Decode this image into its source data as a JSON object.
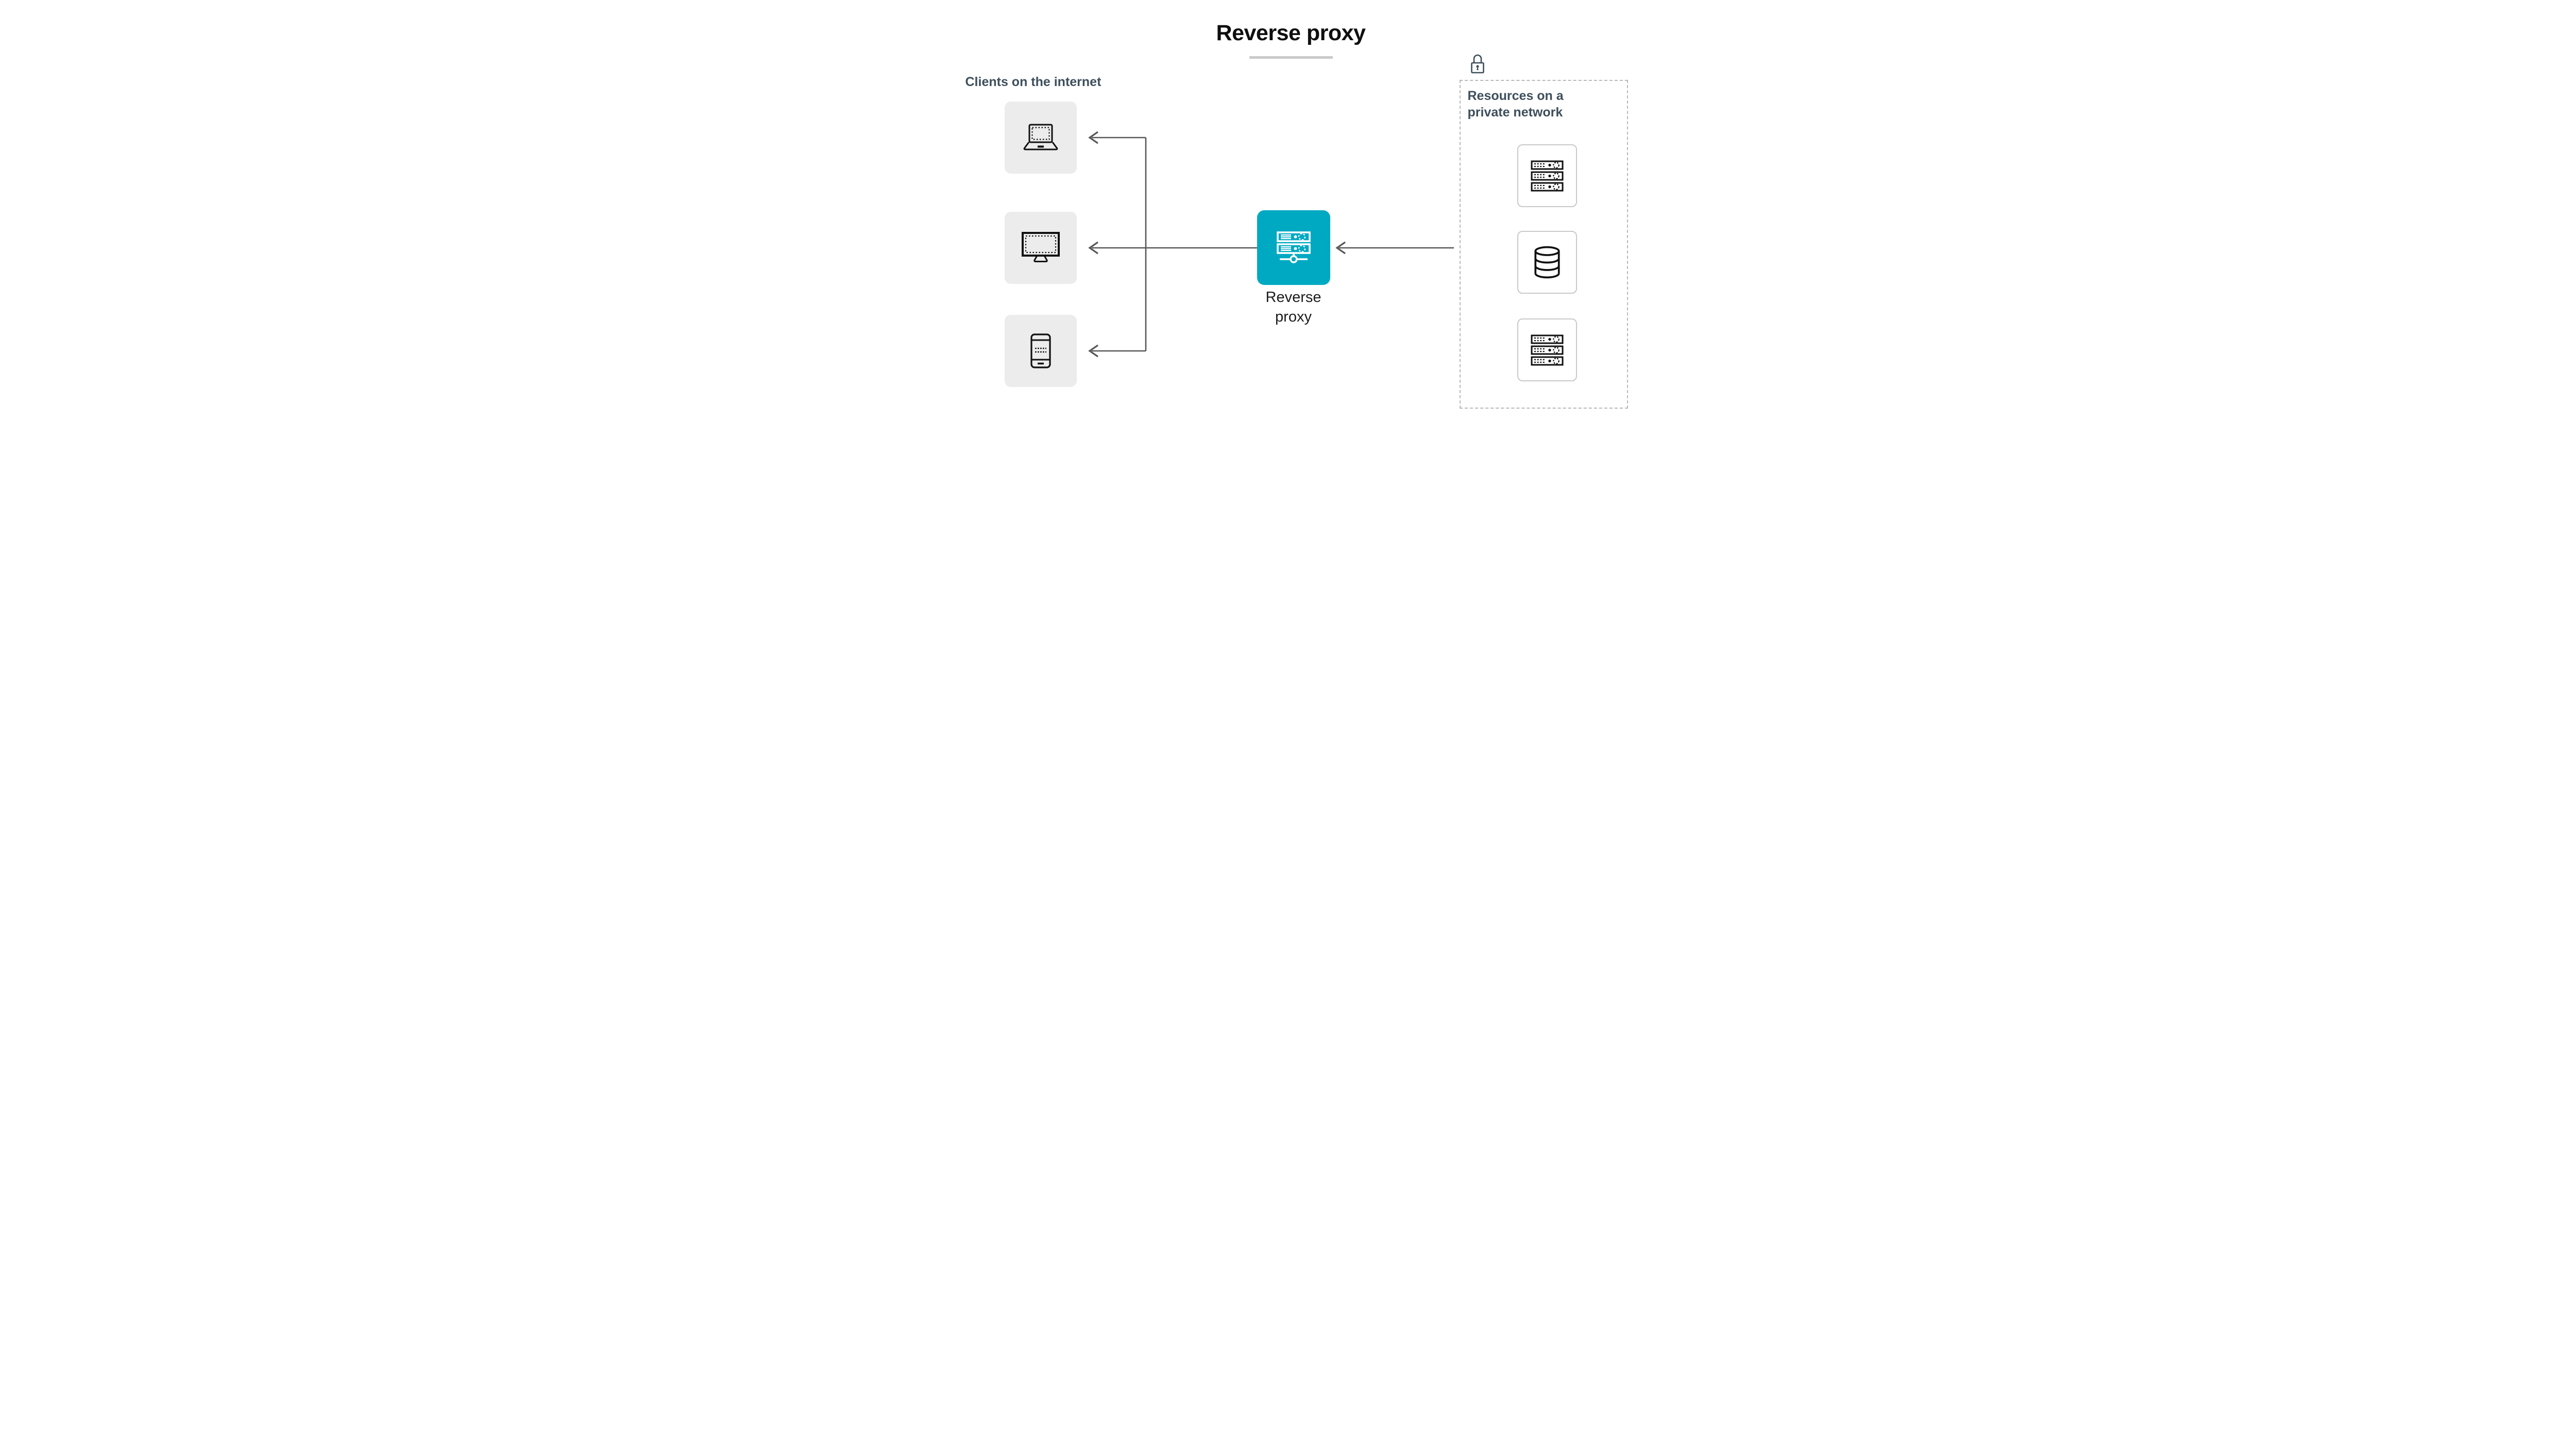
{
  "title": "Reverse proxy",
  "clients": {
    "heading": "Clients on the internet",
    "items": [
      {
        "icon": "laptop-icon"
      },
      {
        "icon": "monitor-icon"
      },
      {
        "icon": "smartphone-icon"
      }
    ]
  },
  "proxy": {
    "label": "Reverse proxy",
    "icon": "proxy-server-icon"
  },
  "resources": {
    "heading": "Resources on a private network",
    "badge_icon": "lock-icon",
    "items": [
      {
        "icon": "server-stack-icon"
      },
      {
        "icon": "database-icon"
      },
      {
        "icon": "server-stack-icon"
      }
    ]
  },
  "colors": {
    "accent_teal": "#00a9c2",
    "heading_slate": "#3e4f5c",
    "arrow_gray": "#58585a",
    "client_box_bg": "#ececec",
    "resource_box_border": "#c9c9c9",
    "dashed_border": "#b9b9b9",
    "title_underline": "#c9c9c9"
  }
}
